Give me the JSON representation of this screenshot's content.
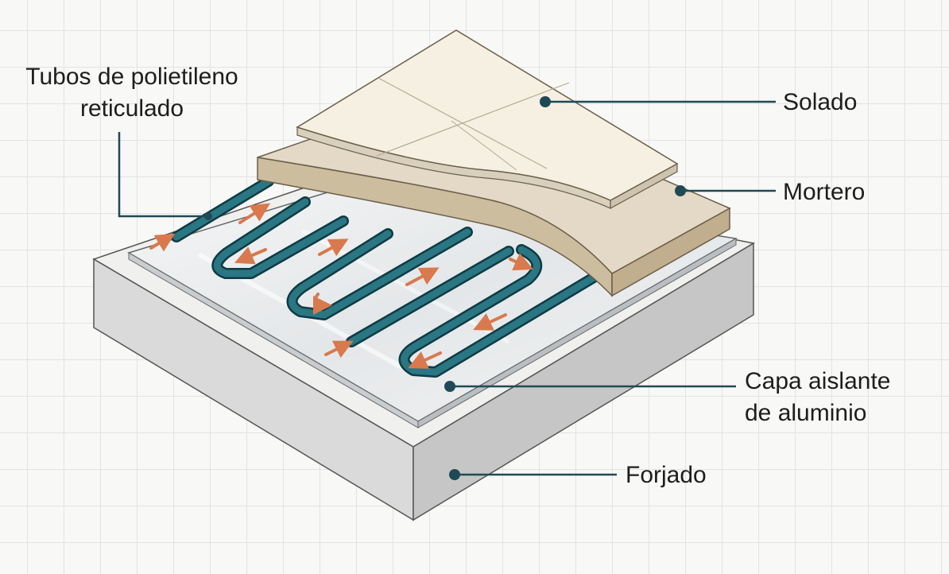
{
  "labels": {
    "tubos": [
      "Tubos de polietileno",
      "reticulado"
    ],
    "solado": "Solado",
    "mortero": "Mortero",
    "capa": [
      "Capa aislante",
      "de aluminio"
    ],
    "forjado": "Forjado"
  },
  "colors": {
    "pipe": "#1f5e6b",
    "arrow": "#d9794e",
    "leader": "#1f4a55",
    "slab_top": "#f1f1f1",
    "slab_left": "#dcdcdc",
    "slab_right": "#c7c7c7",
    "foil": "#e9ebed",
    "mortar_top": "#e6dccb",
    "mortar_side": "#d2c3a6",
    "tile": "#f5f0e3",
    "background": "#f8f8f6"
  }
}
